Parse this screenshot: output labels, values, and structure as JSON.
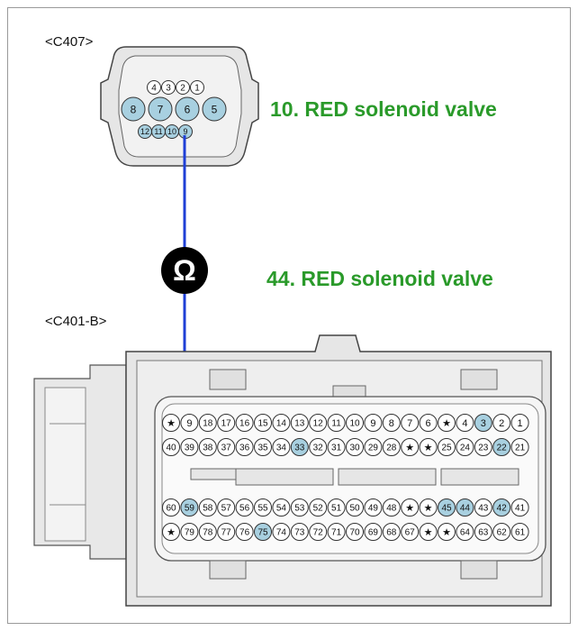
{
  "connector_top": {
    "name": "<C407>"
  },
  "connector_bottom": {
    "name": "<C401-B>"
  },
  "wire_top_label": "10. RED solenoid valve",
  "wire_bottom_label": "44. RED solenoid valve",
  "meter_symbol": "Ω",
  "colors": {
    "wire": "#1e3fd6",
    "label": "#2a9a2a",
    "highlight": "#a8d0e0",
    "connector_fill": "#e6e6e6"
  },
  "c407_pins": {
    "row1": [
      "4",
      "3",
      "2",
      "1"
    ],
    "row2": [
      "8",
      "7",
      "6",
      "5"
    ],
    "row3": [
      "12",
      "11",
      "10",
      "9"
    ],
    "highlighted": [
      "8",
      "7",
      "6",
      "5",
      "12",
      "11",
      "10",
      "9"
    ]
  },
  "c401b_pins": {
    "row1": [
      "★",
      "9",
      "18",
      "17",
      "16",
      "15",
      "14",
      "13",
      "12",
      "11",
      "10",
      "9",
      "8",
      "7",
      "6",
      "★",
      "4",
      "3",
      "2",
      "1"
    ],
    "row2": [
      "40",
      "39",
      "38",
      "37",
      "36",
      "35",
      "34",
      "33",
      "32",
      "31",
      "30",
      "29",
      "28",
      "★",
      "★",
      "25",
      "24",
      "23",
      "22",
      "21"
    ],
    "row3": [
      "60",
      "59",
      "58",
      "57",
      "56",
      "55",
      "54",
      "53",
      "52",
      "51",
      "50",
      "49",
      "48",
      "★",
      "★",
      "45",
      "44",
      "43",
      "42",
      "41"
    ],
    "row4": [
      "★",
      "79",
      "78",
      "77",
      "76",
      "75",
      "74",
      "73",
      "72",
      "71",
      "70",
      "69",
      "68",
      "67",
      "★",
      "★",
      "64",
      "63",
      "62",
      "61"
    ],
    "highlighted": [
      "3",
      "33",
      "22",
      "59",
      "45",
      "44",
      "42",
      "75"
    ]
  }
}
